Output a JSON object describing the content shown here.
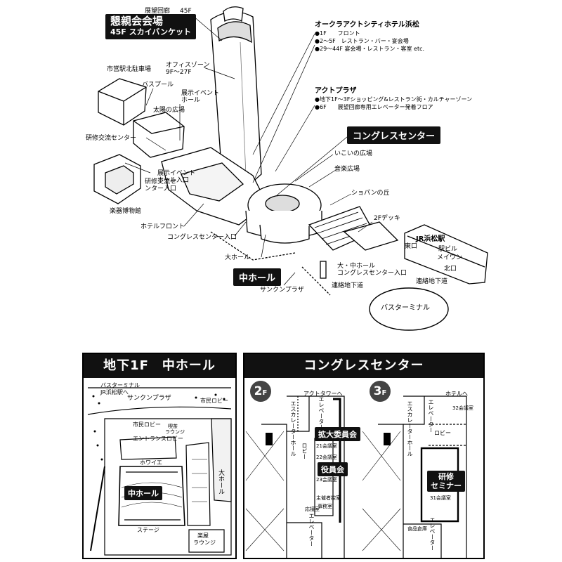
{
  "overview": {
    "banquet": {
      "title": "懇親会会場",
      "subtitle": "45F スカイバンケット"
    },
    "observation_corridor": {
      "name": "展望回廊",
      "floor": "45F"
    },
    "hotel": {
      "title": "オークラアクトシティホテル浜松",
      "lines": [
        "●1F　　フロント",
        "●2～5F　レストラン・バー・宴会場",
        "●29～44F 宴会場・レストラン・客室 etc."
      ]
    },
    "office_zone": {
      "line1": "オフィスゾーン",
      "line2": "9F～27F"
    },
    "act_plaza": {
      "title": "アクトプラザ",
      "lines": [
        "●地下1F～3Fショッピング&レストラン街・カルチャーゾーン",
        "●6F　　展望回廊専用エレベーター発着フロア"
      ]
    },
    "congress_tag": "コングレスセンター",
    "middle_hall_tag": "中ホール",
    "labels": {
      "north_parking": "市営駅北駐車場",
      "pool": "バスプール",
      "exhibit_hall": "展示イベントホール",
      "sun_plaza": "太陽の広場",
      "training_center": "研修交流センター",
      "exhibit_entrance": "展示イベントホール入口",
      "training_entrance": "研修交流センター入口",
      "music_museum": "楽器博物館",
      "hotel_front": "ホテルフロント",
      "congress_entrance": "コングレスセンター入口",
      "big_hall": "大ホール",
      "ikoi_plaza": "いこいの広場",
      "music_plaza": "音楽広場",
      "chopin_hill": "ショパンの丘",
      "deck_2f": "2Fデッキ",
      "jr_station": "JR浜松駅",
      "east_exit": "東口",
      "station_bldg": "駅ビル",
      "may_one": "メイワン",
      "north_exit": "北口",
      "underpass_right": "連絡地下道",
      "big_mid_entrance_1": "大・中ホール",
      "big_mid_entrance_2": "コングレスセンター入口",
      "sunken_plaza": "サンクンプラザ",
      "underpass_center": "連絡地下道",
      "bus_terminal": "バスターミナル"
    }
  },
  "panel_b1": {
    "title": "地下1F　中ホール",
    "labels": {
      "bus_terminal": "バスターミナル",
      "jr_station": "JR浜松駅へ",
      "sunken_plaza": "サンクンプラザ",
      "citizen_lobby_right": "市民ロビー",
      "citizen_lobby": "市民ロビー",
      "smoking_lounge_1": "喫茶",
      "smoking_lounge_2": "ラウンジ",
      "entrance_lobby": "エントランスロビー",
      "foyer": "ホワイエ",
      "big_hall_v": "大ホール",
      "stage": "ステージ",
      "music_lounge_1": "楽屋",
      "music_lounge_2": "ラウンジ"
    },
    "hall_tag": "中ホール"
  },
  "panel_cc": {
    "title": "コングレスセンター",
    "floor2": {
      "badge": "2",
      "to_act_tower": "アクトタワーへ",
      "escalator_hall": "エスカレーターホール",
      "elevator_top": "エレベーター",
      "lobby": "ロビー",
      "tag_expanded": "拡大委員会",
      "room21": "21会議室",
      "room22": "22会議室",
      "tag_officers": "役員会",
      "room23": "23会議室",
      "room_office": "事務室",
      "room_director": "主催者控室",
      "room_reception": "応接室",
      "elevator_bottom": "エレベーター"
    },
    "floor3": {
      "badge": "3",
      "to_hotel": "ホテルへ",
      "escalator_hall": "エスカレーターホール",
      "elevator_top": "エレベーター",
      "room32": "32会議室",
      "lobby": "ロビー",
      "tag_training_1": "研修",
      "tag_training_2": "セミナー",
      "room31": "31会議室",
      "room_food": "食品倉庫",
      "elevator_bottom": "エレベーター"
    },
    "floor_suffix": "F"
  }
}
